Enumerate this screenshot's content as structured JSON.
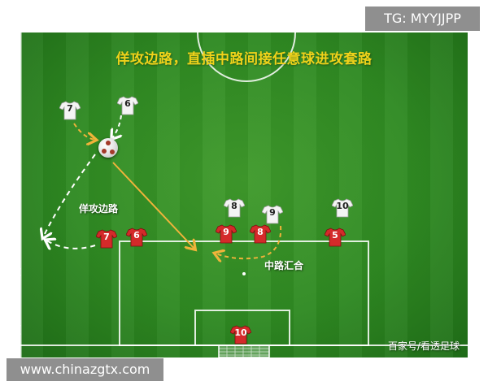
{
  "title": "佯攻边路，直插中路间接任意球进攻套路",
  "labels": {
    "feint": "佯攻边路",
    "converge": "中路汇合"
  },
  "credit": "百家号/看透足球",
  "watermarks": {
    "top": "TG: MYYJJPP",
    "bottom": "www.chinazgtx.com"
  },
  "players": {
    "white": [
      {
        "number": "7"
      },
      {
        "number": "6"
      },
      {
        "number": "8"
      },
      {
        "number": "9"
      },
      {
        "number": "10"
      }
    ],
    "red": [
      {
        "number": "7"
      },
      {
        "number": "6"
      },
      {
        "number": "9"
      },
      {
        "number": "8"
      },
      {
        "number": "5"
      },
      {
        "number": "10"
      }
    ]
  },
  "colors": {
    "pitch": "#2f8a22",
    "title": "#f0d21a",
    "arrow_orange": "#f0b33a",
    "arrow_white": "#ffffff",
    "team_red": "#d42a2a",
    "team_white": "#f4f4f4"
  }
}
